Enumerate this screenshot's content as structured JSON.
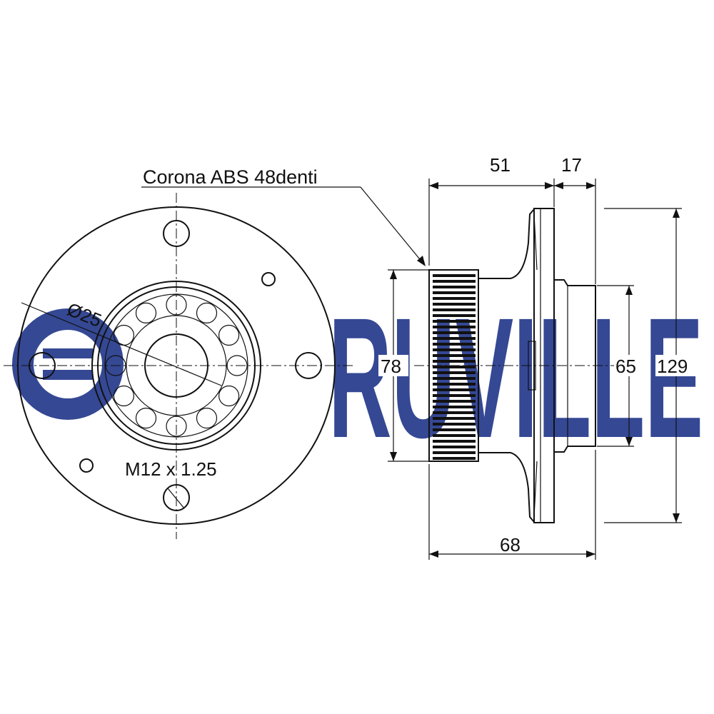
{
  "watermark": {
    "brand": "RUVILLE",
    "color": "#2b3f8f"
  },
  "front_view": {
    "annotation_abs": "Corona ABS 48denti",
    "bore_label": "Ø25",
    "thread_label": "M12 x 1.25"
  },
  "side_view": {
    "dim_top_left": "51",
    "dim_top_right": "17",
    "dim_ring_height": "78",
    "dim_pilot_height": "65",
    "dim_flange_height": "129",
    "dim_overall_width": "68"
  }
}
